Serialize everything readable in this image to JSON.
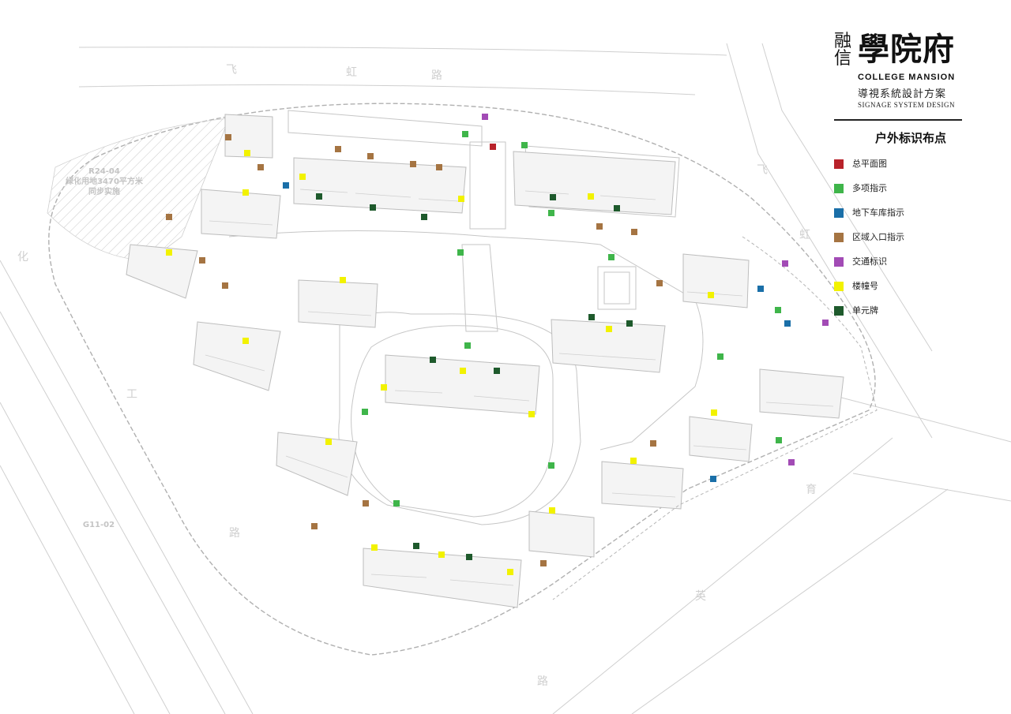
{
  "brand": {
    "title_small": "融\n信",
    "title_large": "學院府",
    "english": "COLLEGE MANSION",
    "subtitle": "導視系統設計方案",
    "subtitle_en": "SIGNAGE SYSTEM DESIGN"
  },
  "legend": {
    "title": "户外标识布点",
    "items": [
      {
        "label": "总平面图",
        "color": "#b8222a"
      },
      {
        "label": "多项指示",
        "color": "#3fb54a"
      },
      {
        "label": "地下车库指示",
        "color": "#1a6fa8"
      },
      {
        "label": "区域入口指示",
        "color": "#a57442"
      },
      {
        "label": "交通标识",
        "color": "#a24bb5"
      },
      {
        "label": "楼幢号",
        "color": "#f2f200"
      },
      {
        "label": "单元牌",
        "color": "#1e5a2c"
      }
    ]
  },
  "map_labels": {
    "road_fei_top": "飞",
    "road_hong_top": "虹",
    "road_lu_top": "路",
    "road_fei_right": "飞",
    "road_hong_right": "虹",
    "road_hua": "化",
    "road_gong": "工",
    "road_lu_left": "路",
    "road_yu": "育",
    "road_ying": "英",
    "road_lu_bottom": "路",
    "green_plot": "R24-04",
    "green_note": "绿化用地3470平方米",
    "green_note2": "同步实施",
    "plot_code": "G11-02"
  },
  "markers": {
    "red": [
      [
        624,
        186
      ]
    ],
    "green": [
      [
        614,
        148
      ],
      [
        589,
        170
      ],
      [
        664,
        184
      ],
      [
        583,
        320
      ],
      [
        774,
        326
      ],
      [
        985,
        393
      ],
      [
        912,
        452
      ],
      [
        462,
        522
      ],
      [
        592,
        438
      ],
      [
        698,
        590
      ],
      [
        502,
        638
      ],
      [
        986,
        558
      ],
      [
        698,
        270
      ]
    ],
    "blue": [
      [
        362,
        235
      ],
      [
        963,
        366
      ],
      [
        997,
        410
      ],
      [
        903,
        607
      ]
    ],
    "brown": [
      [
        289,
        174
      ],
      [
        428,
        189
      ],
      [
        469,
        198
      ],
      [
        523,
        208
      ],
      [
        556,
        212
      ],
      [
        330,
        212
      ],
      [
        214,
        275
      ],
      [
        256,
        330
      ],
      [
        285,
        362
      ],
      [
        759,
        287
      ],
      [
        803,
        294
      ],
      [
        835,
        359
      ],
      [
        827,
        562
      ],
      [
        463,
        638
      ],
      [
        398,
        667
      ],
      [
        688,
        714
      ]
    ],
    "purple": [
      [
        614,
        148
      ],
      [
        994,
        334
      ],
      [
        1045,
        409
      ],
      [
        1002,
        586
      ]
    ],
    "yellow": [
      [
        313,
        194
      ],
      [
        311,
        244
      ],
      [
        383,
        224
      ],
      [
        584,
        252
      ],
      [
        748,
        249
      ],
      [
        214,
        320
      ],
      [
        434,
        355
      ],
      [
        311,
        432
      ],
      [
        900,
        374
      ],
      [
        771,
        417
      ],
      [
        586,
        470
      ],
      [
        486,
        491
      ],
      [
        673,
        525
      ],
      [
        904,
        523
      ],
      [
        416,
        560
      ],
      [
        802,
        584
      ],
      [
        699,
        647
      ],
      [
        474,
        694
      ],
      [
        559,
        703
      ],
      [
        646,
        725
      ]
    ],
    "dark": [
      [
        404,
        249
      ],
      [
        472,
        263
      ],
      [
        537,
        275
      ],
      [
        700,
        250
      ],
      [
        781,
        264
      ],
      [
        548,
        456
      ],
      [
        629,
        470
      ],
      [
        749,
        402
      ],
      [
        797,
        410
      ],
      [
        527,
        692
      ],
      [
        594,
        706
      ]
    ]
  }
}
